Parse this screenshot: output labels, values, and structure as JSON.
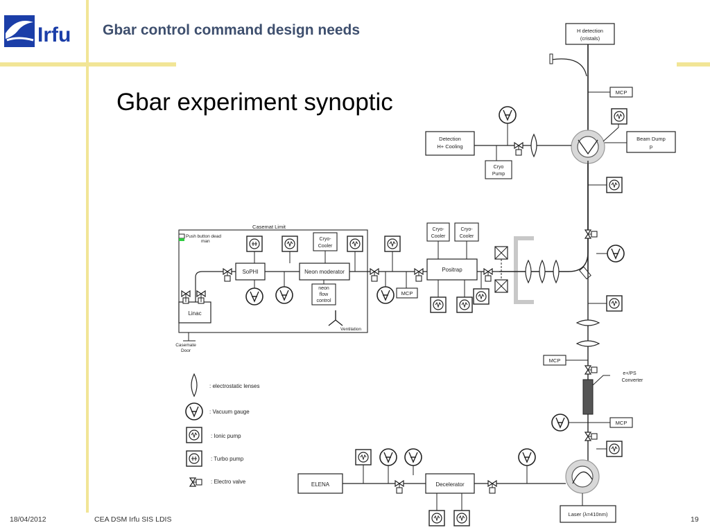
{
  "header": {
    "logo_text": "Irfu",
    "title": "Gbar control command design needs"
  },
  "slide": {
    "title": "Gbar experiment synoptic"
  },
  "diagram": {
    "casemat_label": "Casemat Limit",
    "push_button_label_1": "Push button dead",
    "push_button_label_2": "man",
    "casemate_door_label_1": "Casemate",
    "casemate_door_label_2": "Door",
    "ventilation_label": "Ventilation",
    "boxes": {
      "linac": "Linac",
      "sophi": "SoPHI",
      "neon_moderator": "Neon moderator",
      "cryo_cooler_1_a": "Cryo-",
      "cryo_cooler_1_b": "Cooler",
      "neon_flow_a": "neon",
      "neon_flow_b": "flow",
      "neon_flow_c": "control",
      "mcp_left": "MCP",
      "positrap": "Positrap",
      "cryo_cooler_2_a": "Cryo-",
      "cryo_cooler_2_b": "Cooler",
      "cryo_cooler_3_a": "Cryo-",
      "cryo_cooler_3_b": "Cooler",
      "detection_a": "Detection",
      "detection_b": "H+ Cooling",
      "cryo_pump_a": "Cryo",
      "cryo_pump_b": "Pump",
      "h_detection_a": "H detection",
      "h_detection_b": "(cristals)",
      "mcp_top": "MCP",
      "beam_dump_a": "Beam Dump",
      "beam_dump_b": "p",
      "mcp_mid": "MCP",
      "converter_a": "e+/PS",
      "converter_b": "Converter",
      "mcp_low": "MCP",
      "elena": "ELENA",
      "decelerator": "Decelerator",
      "laser": "Laser (λ=410nm)"
    },
    "legend": {
      "lenses": ": electrostatic lenses",
      "vacuum_gauge": ": Vacuum gauge",
      "ionic_pump": ": Ionic pump",
      "turbo_pump": ": Turbo pump",
      "electro_valve": ": Electro valve"
    }
  },
  "footer": {
    "date": "18/04/2012",
    "org": "CEA DSM Irfu SIS LDIS",
    "page": "19"
  },
  "colors": {
    "accent_bar": "#f2e596",
    "title_color": "#3e4f6e",
    "logo_blue": "#1b3ea8"
  }
}
